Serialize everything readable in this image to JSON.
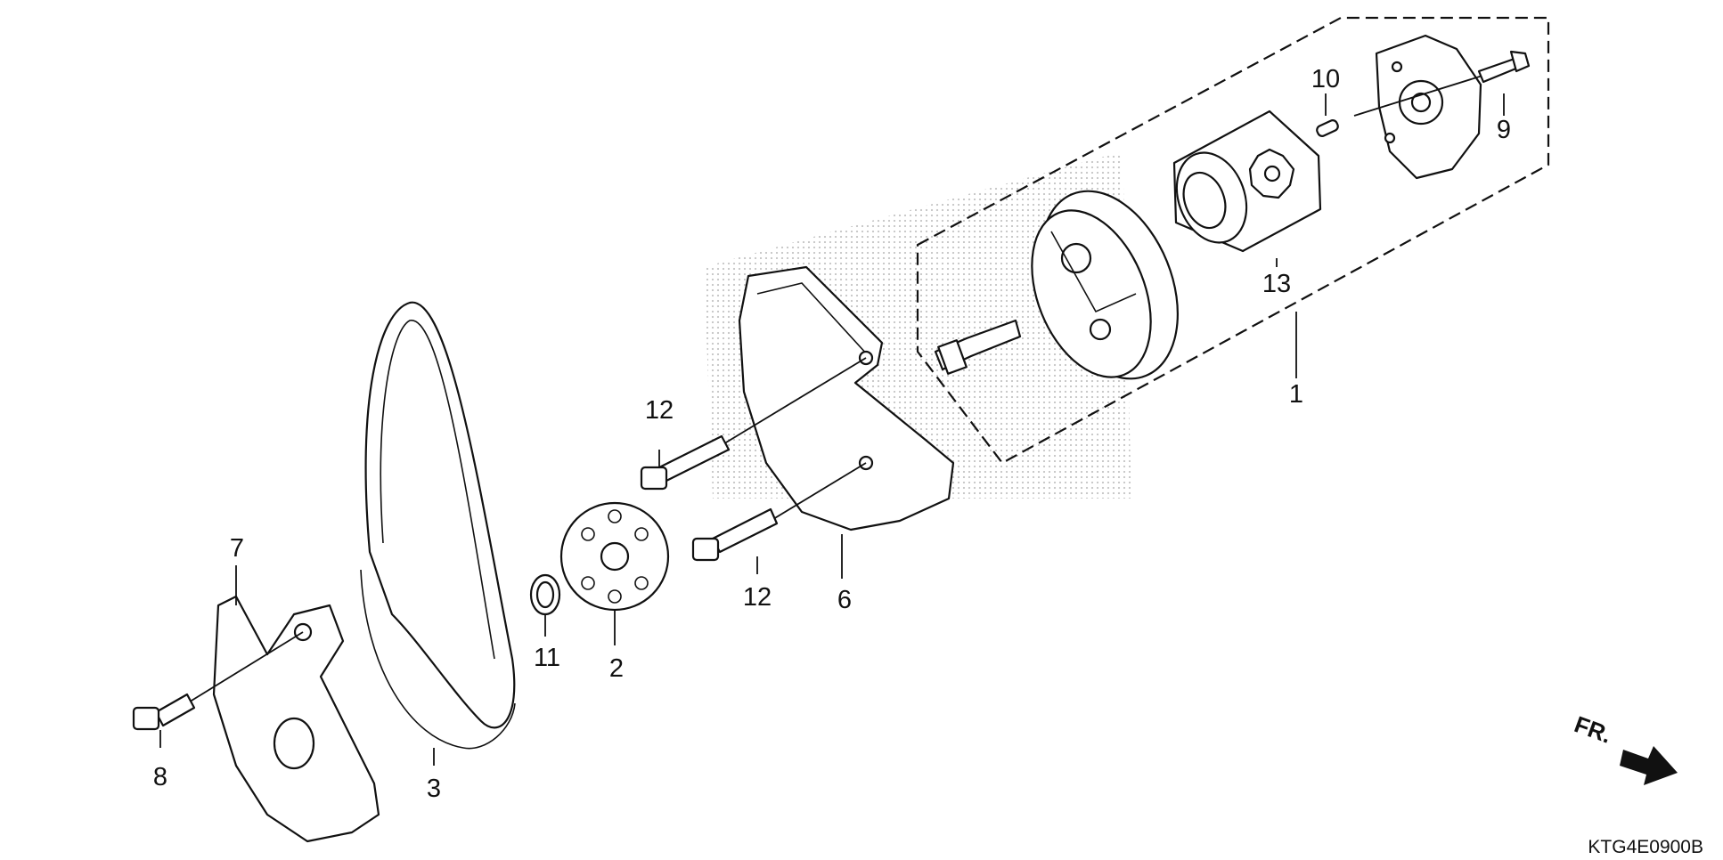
{
  "callouts": {
    "c1": "1",
    "c2": "2",
    "c3": "3",
    "c6": "6",
    "c7": "7",
    "c8": "8",
    "c9": "9",
    "c10": "10",
    "c11": "11",
    "c12a": "12",
    "c12b": "12",
    "c13": "13"
  },
  "direction_marker": {
    "label": "FR."
  },
  "diagram_code": "KTG4E0900B",
  "colors": {
    "line": "#111111",
    "background": "#ffffff",
    "watermark": "#cfcfcf"
  }
}
